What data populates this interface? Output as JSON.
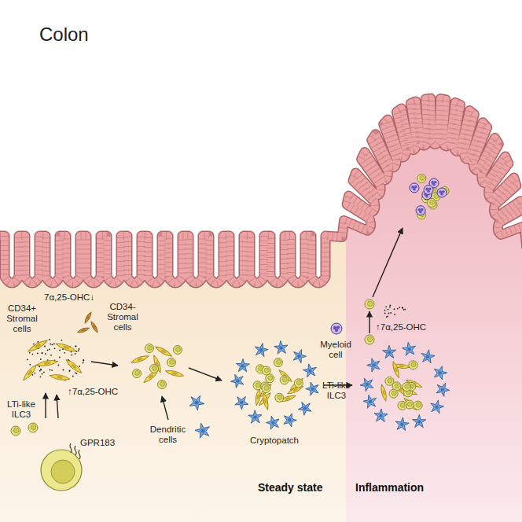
{
  "diagram": {
    "title": "Colon",
    "labels": [
      "7α,25-OHC↓",
      "CD34+ Stromal cells",
      "CD34- Stromal cells",
      "↑7α,25-OHC",
      "LTi-like ILC3",
      "GPR183",
      "Dendritic cells",
      "Cryptopatch",
      "Steady state",
      "Inflammation",
      "Myeloid cell",
      "LTi-like ILC3",
      "↑7α,25-OHC"
    ]
  }
}
